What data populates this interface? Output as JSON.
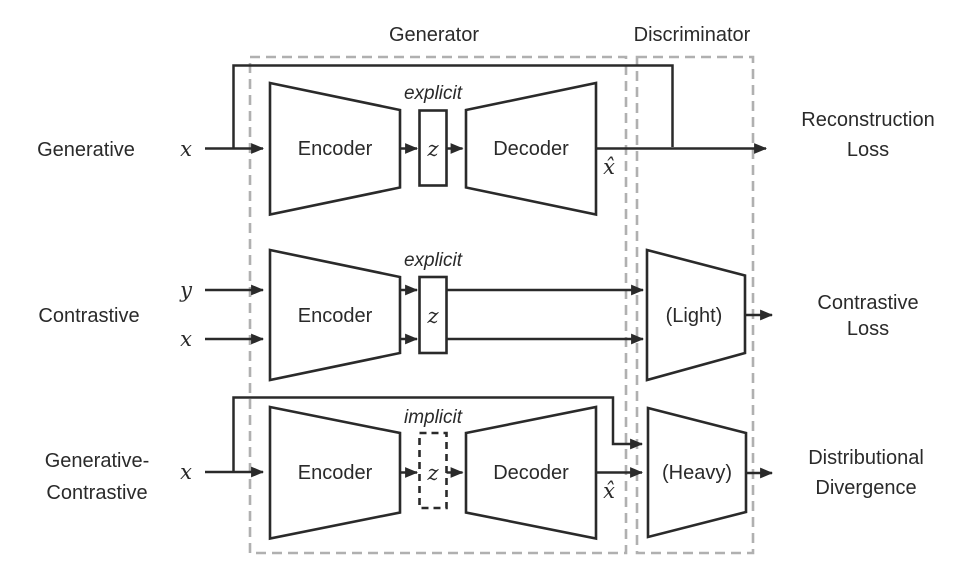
{
  "diagram": {
    "generator_title": "Generator",
    "discriminator_title": "Discriminator",
    "colors": {
      "line": "#2a2a2a",
      "dashed_frame": "#b0b0b0",
      "text": "#2a2a2a",
      "background": "#ffffff"
    },
    "rows": {
      "generative": {
        "label": "Generative",
        "input": "x",
        "encoder": "Encoder",
        "latent": "z",
        "latent_mode": "explicit",
        "decoder": "Decoder",
        "output": "x̂",
        "loss": [
          "Reconstruction",
          "Loss"
        ]
      },
      "contrastive": {
        "label": "Contrastive",
        "inputs": [
          "y",
          "x"
        ],
        "encoder": "Encoder",
        "latent": "z",
        "latent_mode": "explicit",
        "discriminator": "(Light)",
        "loss": [
          "Contrastive",
          "Loss"
        ]
      },
      "generative_contrastive": {
        "label": [
          "Generative-",
          "Contrastive"
        ],
        "input": "x",
        "encoder": "Encoder",
        "latent": "z",
        "latent_mode": "implicit",
        "decoder": "Decoder",
        "output": "x̂",
        "discriminator": "(Heavy)",
        "loss": [
          "Distributional",
          "Divergence"
        ]
      }
    }
  }
}
